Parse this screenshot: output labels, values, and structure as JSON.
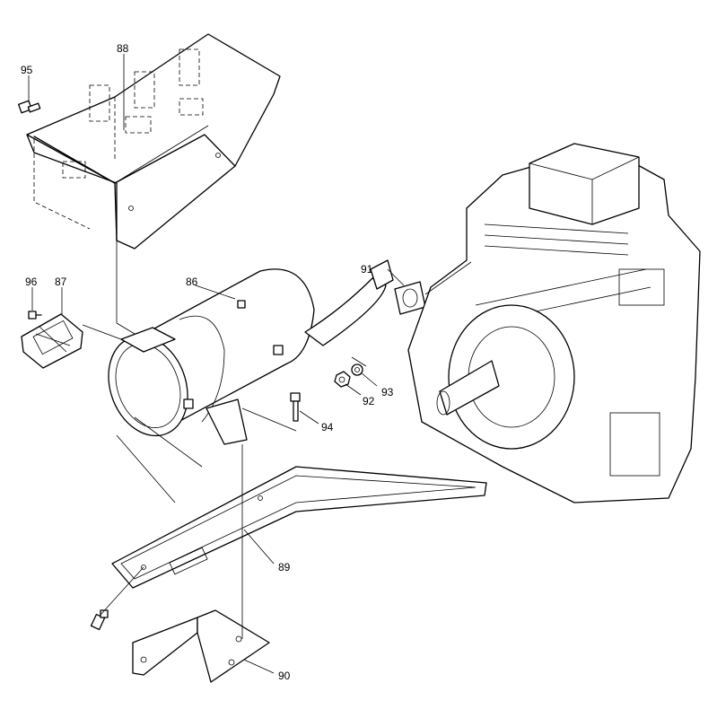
{
  "diagram": {
    "labels": {
      "p86": "86",
      "p87": "87",
      "p88": "88",
      "p89": "89",
      "p90": "90",
      "p91": "91",
      "p92": "92",
      "p93": "93",
      "p94": "94",
      "p95": "95",
      "p96": "96"
    }
  }
}
